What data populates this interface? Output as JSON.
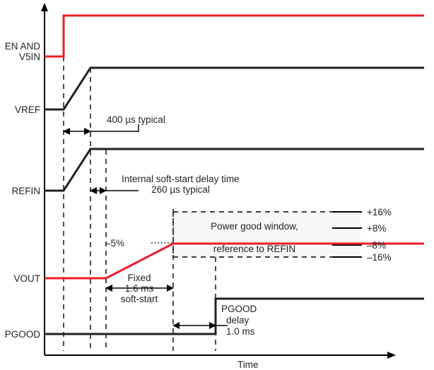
{
  "figure": {
    "type": "timing-diagram",
    "axis": {
      "x_label": "Time",
      "y_label": ""
    },
    "signals": [
      {
        "id": "en_v5in",
        "label_line1": "EN AND",
        "label_line2": "V5IN",
        "color": "#ed1c24"
      },
      {
        "id": "vref",
        "label_line1": "VREF",
        "label_line2": "",
        "color": "#231f20"
      },
      {
        "id": "refin",
        "label_line1": "REFIN",
        "label_line2": "",
        "color": "#231f20"
      },
      {
        "id": "vout",
        "label_line1": "VOUT",
        "label_line2": "",
        "color": "#ed1c24"
      },
      {
        "id": "pgood",
        "label_line1": "PGOOD",
        "label_line2": "",
        "color": "#231f20"
      }
    ],
    "annotations": {
      "vref_delay": "400 µs typical",
      "soft_start_delay_line1": "Internal soft-start delay time",
      "soft_start_delay_line2": "260 µs typical",
      "fixed_soft_start_line1": "Fixed",
      "fixed_soft_start_line2": "1.6 ms",
      "fixed_soft_start_line3": "soft-start",
      "minus_five_percent": "–5%",
      "pgood_delay_line1": "PGOOD",
      "pgood_delay_line2": "delay",
      "pgood_delay_line3": "1.0 ms",
      "pg_window_line1": "Power good window,",
      "pg_window_line2": "reference to REFIN"
    },
    "threshold_labels": [
      {
        "id": "plus16",
        "text": "+16%"
      },
      {
        "id": "plus8",
        "text": "+8%"
      },
      {
        "id": "minus8",
        "text": "–8%"
      },
      {
        "id": "minus16",
        "text": "–16%"
      }
    ],
    "colors": {
      "signal_red": "#ed1c24",
      "signal_black": "#231f20",
      "window_fill": "#f7f7f7",
      "background": "#ffffff"
    }
  }
}
